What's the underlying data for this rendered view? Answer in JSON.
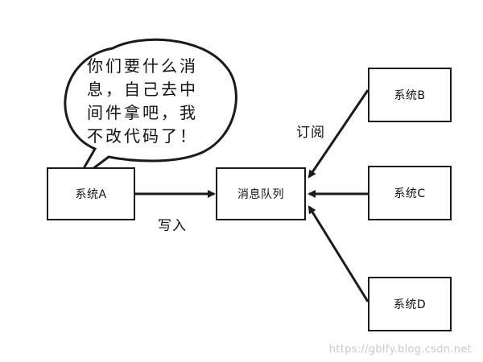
{
  "bubble": {
    "lines": [
      "你们要什么消",
      "息，自己去中",
      "间件拿吧，我",
      "不改代码了！"
    ]
  },
  "nodes": {
    "system_a": "系统A",
    "queue": "消息队列",
    "system_b": "系统B",
    "system_c": "系统C",
    "system_d": "系统D"
  },
  "edges": {
    "write": "写入",
    "subscribe": "订阅"
  },
  "watermark": "https://gblfy.blog.csdn.net",
  "colors": {
    "stroke": "#1a1a1a",
    "watermark": "#c9c9c9"
  }
}
